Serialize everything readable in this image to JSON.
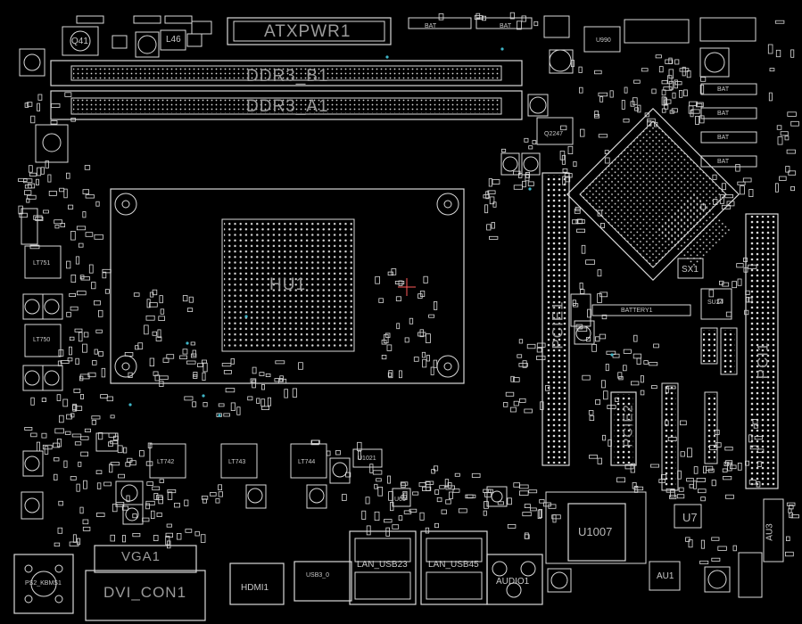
{
  "labels": {
    "atxpwr1": "ATXPWR1",
    "ddr3_b1": "DDR3_B1",
    "ddr3_a1": "DDR3_A1",
    "hu1": "HU1",
    "q41": "Q41",
    "l46": "L46",
    "u990": "U990",
    "q2247": "Q2247",
    "lt751": "LT751",
    "lt750": "LT750",
    "lt742": "LT742",
    "lt743": "LT743",
    "lt744": "LT744",
    "u1021": "U1021",
    "u65": "U65",
    "sx1": "SX1",
    "su24": "SU24",
    "battery1": "BATTERY1",
    "pcie1": "PCIE1",
    "pcie2": "PCIE2",
    "pci1": "PCI1",
    "u1007": "U1007",
    "u7": "U7",
    "au1": "AU1",
    "au3": "AU3",
    "vga1": "VGA1",
    "dvi_con1": "DVI_CON1",
    "hdmi1": "HDMI1",
    "usb_3_0": "USB3_0",
    "lan_usb23": "LAN_USB23",
    "lan_usb45": "LAN_USB45",
    "audio1": "AUDIO1",
    "ps2_kbms1": "PS2_KBMS1",
    "bat": "BAT"
  },
  "colors": {
    "background": "#000000",
    "trace": "#d9d9d9",
    "label": "#a0a0a0",
    "accent_marker": "#ff5a5a",
    "via": "#3fb6c8"
  }
}
